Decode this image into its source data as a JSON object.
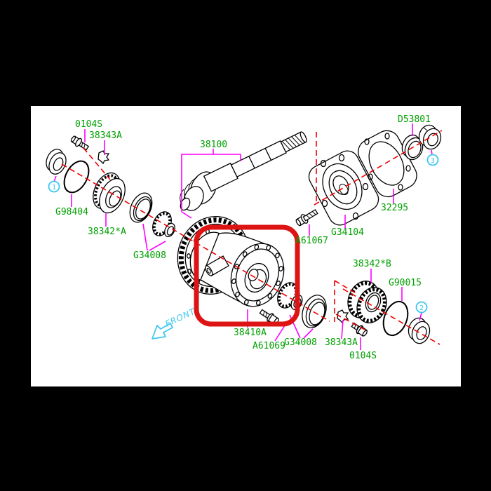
{
  "colors": {
    "background": "#000000",
    "canvas": "#ffffff",
    "line": "#000000",
    "label_green": "#00a000",
    "leader_magenta": "#ff00ff",
    "dash_red": "#f00000",
    "highlight_red": "#de1414",
    "accent_cyan": "#3cc8f0"
  },
  "front_arrow": {
    "label": "FRONT"
  },
  "callouts": [
    {
      "number": "1"
    },
    {
      "number": "2"
    },
    {
      "number": "3"
    }
  ],
  "labels": [
    {
      "id": "0104S-top",
      "text": "0104S"
    },
    {
      "id": "38343A-top",
      "text": "38343A"
    },
    {
      "id": "G98404",
      "text": "G98404"
    },
    {
      "id": "38342A",
      "text": "38342*A"
    },
    {
      "id": "G34008-top",
      "text": "G34008"
    },
    {
      "id": "38100",
      "text": "38100"
    },
    {
      "id": "D53801",
      "text": "D53801"
    },
    {
      "id": "32295",
      "text": "32295"
    },
    {
      "id": "G34104",
      "text": "G34104"
    },
    {
      "id": "A61067",
      "text": "A61067"
    },
    {
      "id": "38342B",
      "text": "38342*B"
    },
    {
      "id": "G90015",
      "text": "G90015"
    },
    {
      "id": "38410A",
      "text": "38410A"
    },
    {
      "id": "A61069",
      "text": "A61069"
    },
    {
      "id": "G34008-bottom",
      "text": "G34008"
    },
    {
      "id": "38343A-bottom",
      "text": "38343A"
    },
    {
      "id": "0104S-bottom",
      "text": "0104S"
    }
  ]
}
